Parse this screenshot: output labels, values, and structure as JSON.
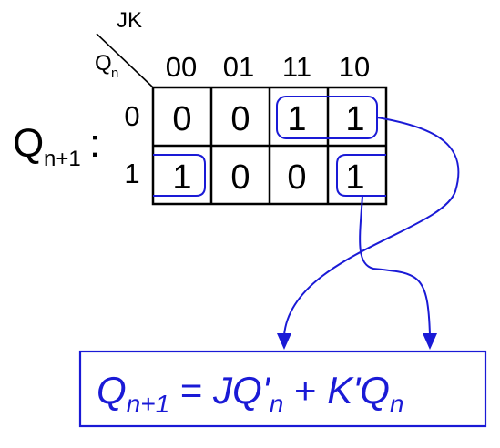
{
  "kmap": {
    "row_var": "Q",
    "row_var_sub": "n",
    "col_var": "JK",
    "col_headers": [
      "00",
      "01",
      "11",
      "10"
    ],
    "row_headers": [
      "0",
      "1"
    ],
    "cells": [
      [
        "0",
        "0",
        "1",
        "1"
      ],
      [
        "1",
        "0",
        "0",
        "1"
      ]
    ],
    "output_label": "Q",
    "output_sub": "n+1",
    "output_colon": ":"
  },
  "equation": {
    "lhs": "Q",
    "lhs_sub": "n+1",
    "eq_sign": " = ",
    "term1": "JQ'",
    "term1_sub": "n",
    "plus": " + ",
    "term2": "K'Q",
    "term2_sub": "n"
  },
  "colors": {
    "accent": "#1a1ad6",
    "grid": "#000000"
  }
}
